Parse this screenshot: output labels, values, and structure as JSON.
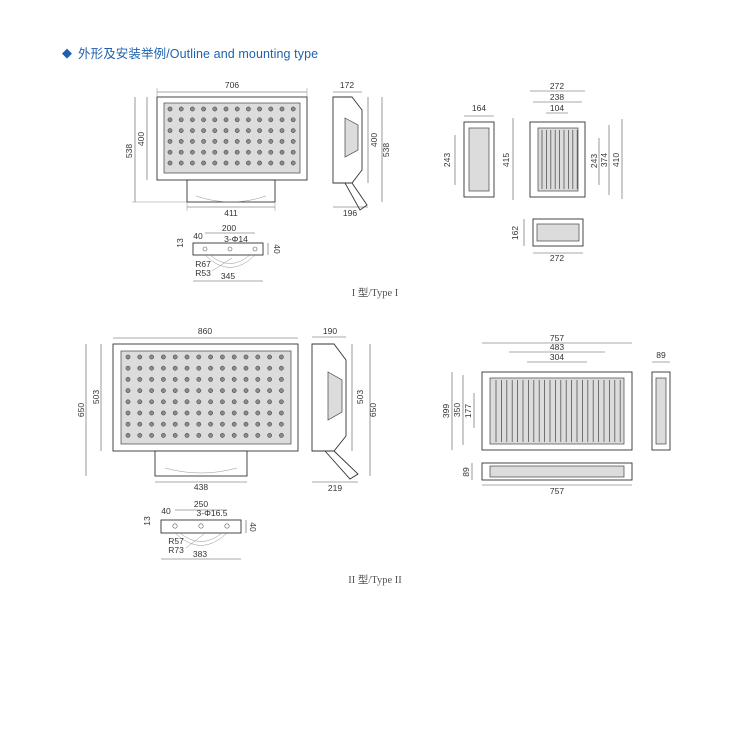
{
  "header": {
    "bullet": "◆",
    "title": "外形及安装举例/Outline and mounting type"
  },
  "type1": {
    "caption": "I 型/Type I",
    "front": {
      "width": "706",
      "height_outer": "538",
      "height_inner": "400",
      "bracket": "411"
    },
    "side": {
      "depth": "172",
      "height_inner": "400",
      "height_outer": "538",
      "base": "196"
    },
    "bracket": {
      "span": "200",
      "holes": "3-Φ14",
      "offset": "40",
      "thickness": "13",
      "r_outer": "R67",
      "r_inner": "R53",
      "length": "345",
      "height": "40"
    },
    "housing": {
      "depth": "164",
      "height_left": "243",
      "height_total": "415",
      "width_outer": "272",
      "width_mid": "238",
      "width_inner": "104",
      "h1": "243",
      "h2": "374",
      "h3": "410",
      "bottom_height": "162",
      "bottom_width": "272"
    }
  },
  "type2": {
    "caption": "II 型/Type II",
    "front": {
      "width": "860",
      "height_outer": "650",
      "height_inner": "503",
      "bracket": "438"
    },
    "side": {
      "depth": "190",
      "height_inner": "503",
      "height_outer": "650",
      "base": "219"
    },
    "bracket": {
      "span": "250",
      "holes": "3-Φ16.5",
      "offset": "40",
      "thickness": "13",
      "r_outer": "R57",
      "r_inner": "R73",
      "length": "383",
      "height": "40"
    },
    "housing": {
      "w_outer": "757",
      "w_mid": "483",
      "w_inner": "304",
      "h_outer": "399",
      "h_mid": "350",
      "h_inner": "177",
      "side_depth": "89",
      "bottom_height": "89",
      "bottom_width": "757"
    }
  }
}
